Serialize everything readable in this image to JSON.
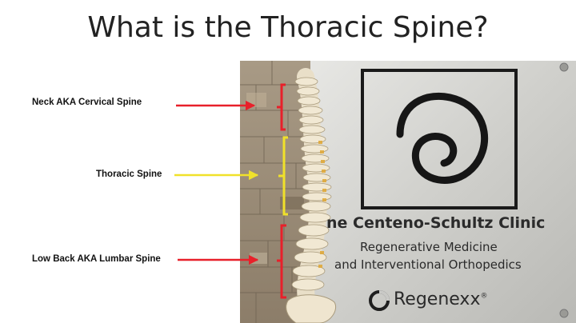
{
  "slide": {
    "title": "What is the Thoracic Spine?"
  },
  "labels": {
    "neck": "Neck AKA Cervical Spine",
    "thoracic": "Thoracic Spine",
    "lumbar": "Low Back AKA Lumbar Spine"
  },
  "sign": {
    "clinic_name": "ne Centeno-Schultz Clinic",
    "line1": "Regenerative Medicine",
    "line2": "and Interventional Orthopedics",
    "brand": "Regenexx",
    "brand_mark": "®"
  },
  "colors": {
    "neck_arrow": "#e8202a",
    "thoracic_arrow": "#f0e12a",
    "lumbar_arrow": "#e8202a"
  }
}
